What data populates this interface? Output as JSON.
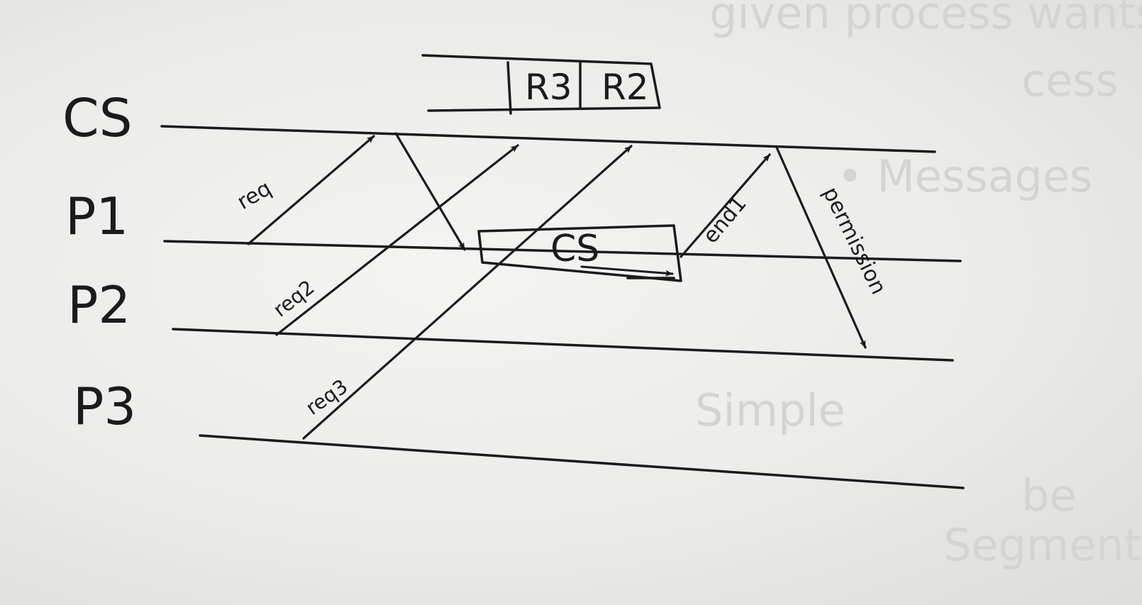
{
  "background_text": [
    "given process wants",
    "• Messages",
    "Simple",
    "cess",
    "be",
    "Segment"
  ],
  "diagram": {
    "process_labels": {
      "cs": "CS",
      "p1": "P1",
      "p2": "P2",
      "p3": "P3"
    },
    "queue": {
      "entries": [
        "R3",
        "R2"
      ]
    },
    "critical_section_label": "CS",
    "messages": {
      "req": "req",
      "req2": "req2",
      "req3": "req3",
      "end": "end1",
      "permission": "permission"
    }
  },
  "colors": {
    "ink": "#1b1b1b",
    "paper": "#efefed",
    "bleed_text": "#d4d4d2"
  }
}
